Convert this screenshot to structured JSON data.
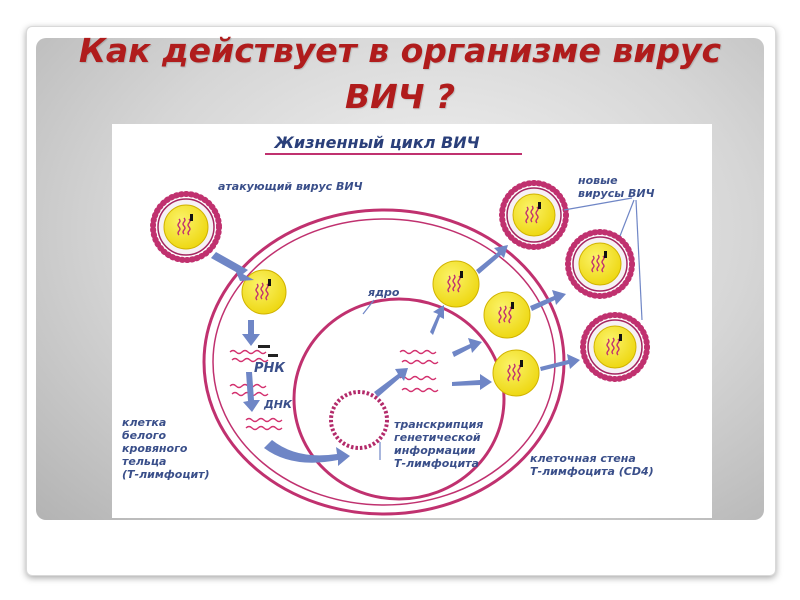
{
  "slide": {
    "title_line1": "Как действует в организме вирус",
    "title_line2": "ВИЧ ?"
  },
  "diagram": {
    "heading": "Жизненный цикл ВИЧ",
    "label_attacking": "атакующий вирус ВИЧ",
    "label_new_line1": "новые",
    "label_new_line2": "вирусы ВИЧ",
    "label_nucleus": "ядро",
    "label_rna": "РНК",
    "label_dna": "ДНК",
    "label_cell": [
      "клетка",
      "белого",
      "кровяного",
      "тельца",
      "(Т-лимфоцит)"
    ],
    "label_transcription": [
      "транскрипция",
      "генетической",
      "информации",
      "Т-лимфоцита"
    ],
    "label_wall": [
      "клеточная стена",
      "Т-лимфоцита (CD4)"
    ]
  },
  "colors": {
    "title": "#b01c1c",
    "membrane": "#c0316f",
    "virus_core": "#f2e21d",
    "spikes": "#c0316f",
    "arrow": "#6f86c6",
    "text": "#3a4f8a",
    "heading": "#2a3f7a"
  }
}
